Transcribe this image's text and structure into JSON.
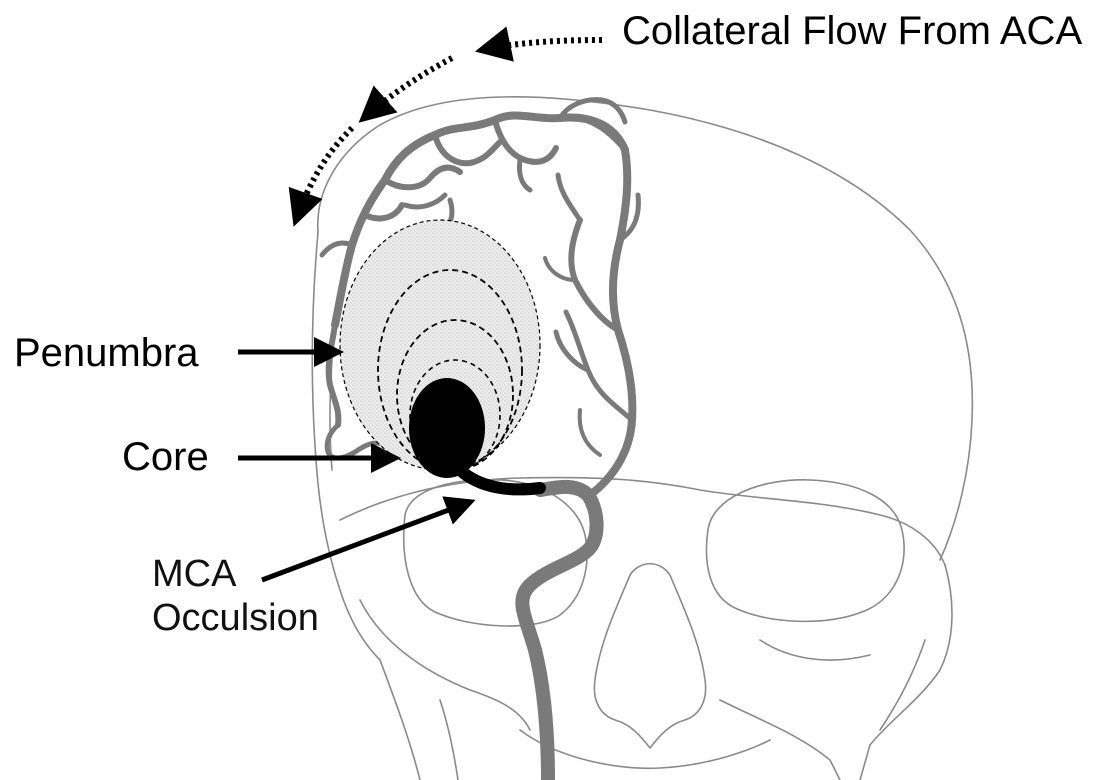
{
  "labels": {
    "collateral": "Collateral Flow From ACA",
    "penumbra": "Penumbra",
    "core": "Core",
    "mca_line1": "MCA",
    "mca_line2": "Occulsion"
  },
  "colors": {
    "vessel": "#7a7a7a",
    "skull_outline": "#8a8a8a",
    "penumbra_fill": "#e6e6e6",
    "core_fill": "#000000",
    "arrow": "#000000"
  }
}
